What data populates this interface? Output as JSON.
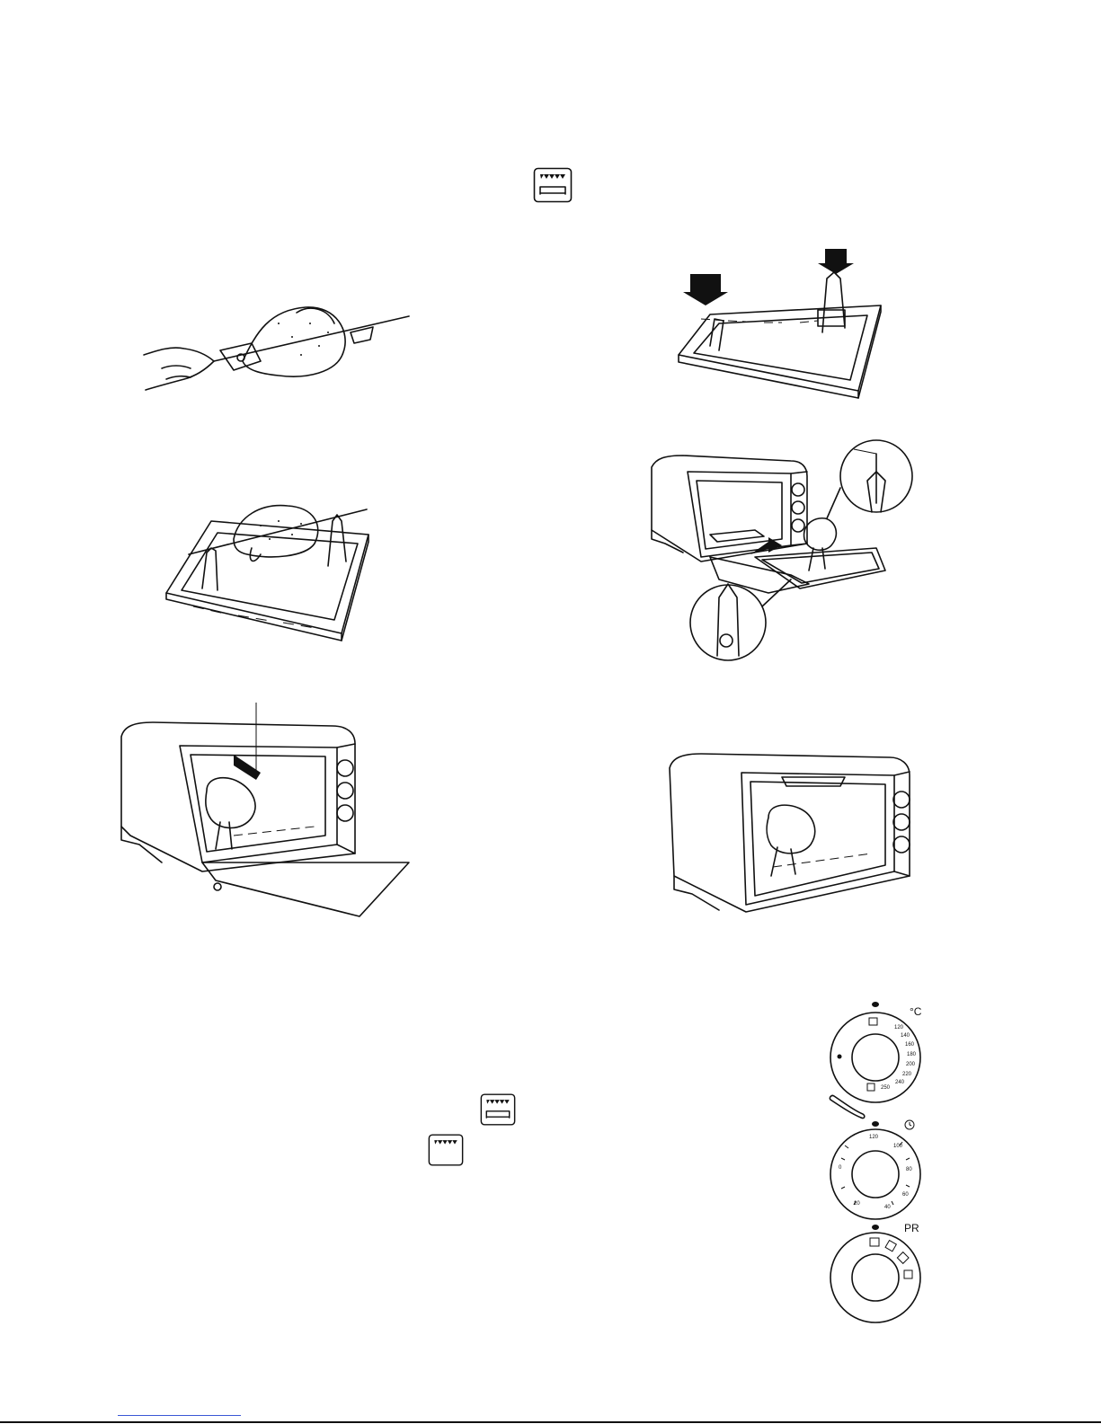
{
  "icons": {
    "grill_rotisserie_top": "grill-rotisserie-mode-icon",
    "grill_rotisserie_lower": "grill-rotisserie-mode-icon",
    "grill_only_lower": "grill-mode-icon"
  },
  "figures": [
    {
      "name": "skewer-chicken-illustration"
    },
    {
      "name": "tray-supports-illustration"
    },
    {
      "name": "chicken-on-tray-illustration"
    },
    {
      "name": "insert-tray-oven-illustration"
    },
    {
      "name": "oven-open-door-illustration"
    },
    {
      "name": "oven-closed-door-illustration"
    }
  ],
  "dials": {
    "temperature": {
      "unit_label": "°C",
      "ticks": [
        "120",
        "140",
        "160",
        "180",
        "200",
        "220",
        "240",
        "250"
      ]
    },
    "timer": {
      "ticks": [
        "120",
        "100",
        "80",
        "60",
        "40",
        "20",
        "0"
      ]
    },
    "program": {
      "label": "PR"
    }
  }
}
